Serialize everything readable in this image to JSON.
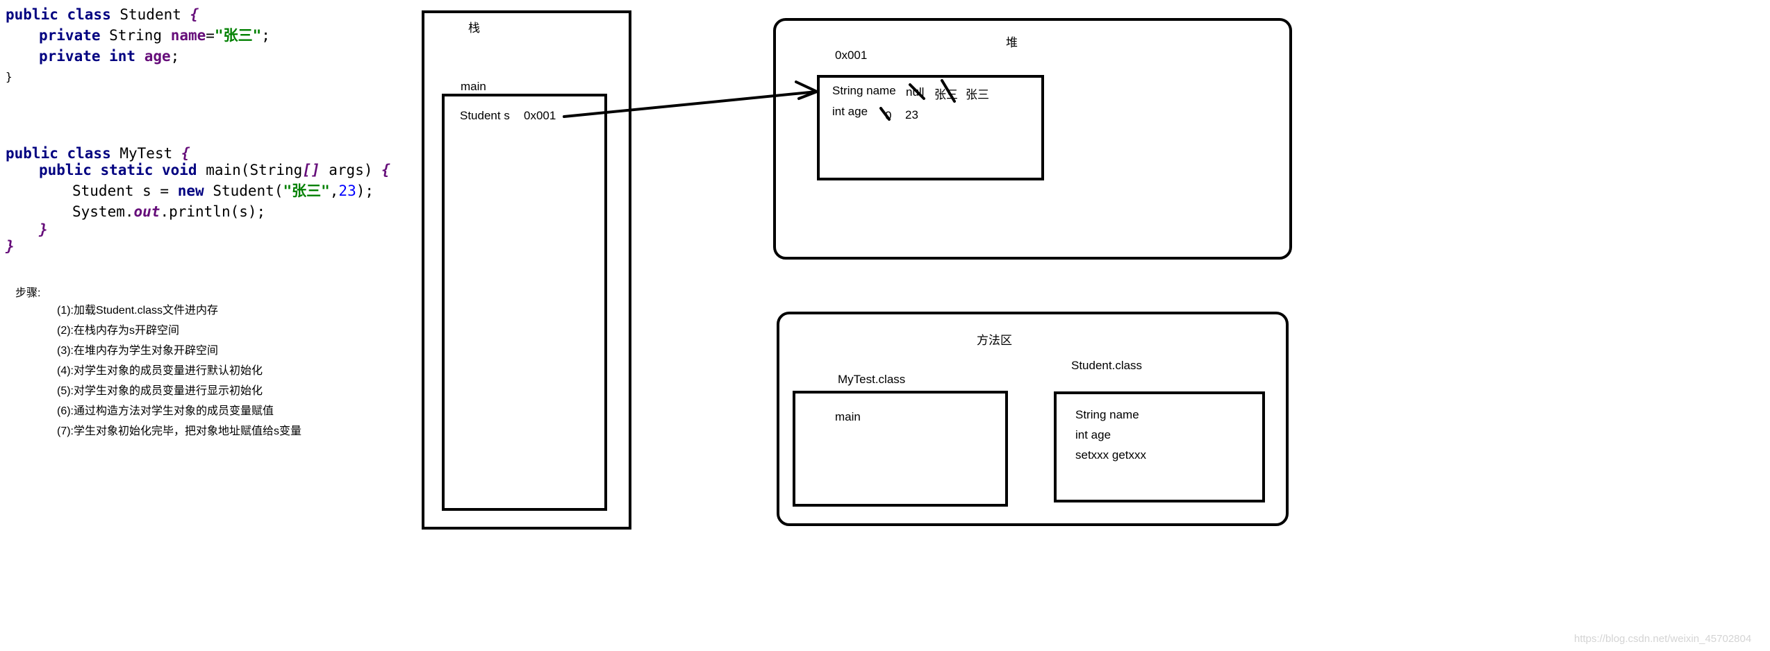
{
  "code": {
    "student": {
      "line1": {
        "kw": "public class",
        "name": "Student",
        "brace": "{"
      },
      "line2": {
        "kw": "private",
        "type": "String",
        "field": "name",
        "eq": "=",
        "str": "\"张三\"",
        "end": ";"
      },
      "line3": {
        "kw": "private int",
        "field": "age",
        "end": ";"
      },
      "line4": "}"
    },
    "mytest": {
      "line1": {
        "kw": "public class",
        "name": "MyTest",
        "brace": "{"
      },
      "line2": {
        "kw": "public static void",
        "sig": "main(String",
        "arr": "[]",
        "args": "args)",
        "brace": "{"
      },
      "line3": {
        "pre": "Student s = ",
        "kw": "new",
        "call": "Student(",
        "str": "\"张三\"",
        "comma": ",",
        "num": "23",
        "end": ");"
      },
      "line4": {
        "pre": "System.",
        "out": "out",
        "post": ".println(s);"
      },
      "line5": "}",
      "line6": "}"
    }
  },
  "steps": {
    "title": "步骤:",
    "items": [
      "(1):加载Student.class文件进内存",
      "(2):在栈内存为s开辟空间",
      "(3):在堆内存为学生对象开辟空间",
      "(4):对学生对象的成员变量进行默认初始化",
      "(5):对学生对象的成员变量进行显示初始化",
      "(6):通过构造方法对学生对象的成员变量赋值",
      "(7):学生对象初始化完毕，把对象地址赋值给s变量"
    ]
  },
  "stack": {
    "title": "栈",
    "frame": "main",
    "var": "Student s",
    "addr": "0x001"
  },
  "heap": {
    "title": "堆",
    "addr": "0x001",
    "name_label": "String name",
    "name_values": [
      "null",
      "张三",
      "张三"
    ],
    "age_label": "int age",
    "age_values": [
      "0",
      "23"
    ]
  },
  "method_area": {
    "title": "方法区",
    "mytest_label": "MyTest.class",
    "mytest_member": "main",
    "student_label": "Student.class",
    "student_members": [
      "String name",
      "int age",
      "setxxx getxxx"
    ]
  },
  "watermark": "https://blog.csdn.net/weixin_45702804"
}
